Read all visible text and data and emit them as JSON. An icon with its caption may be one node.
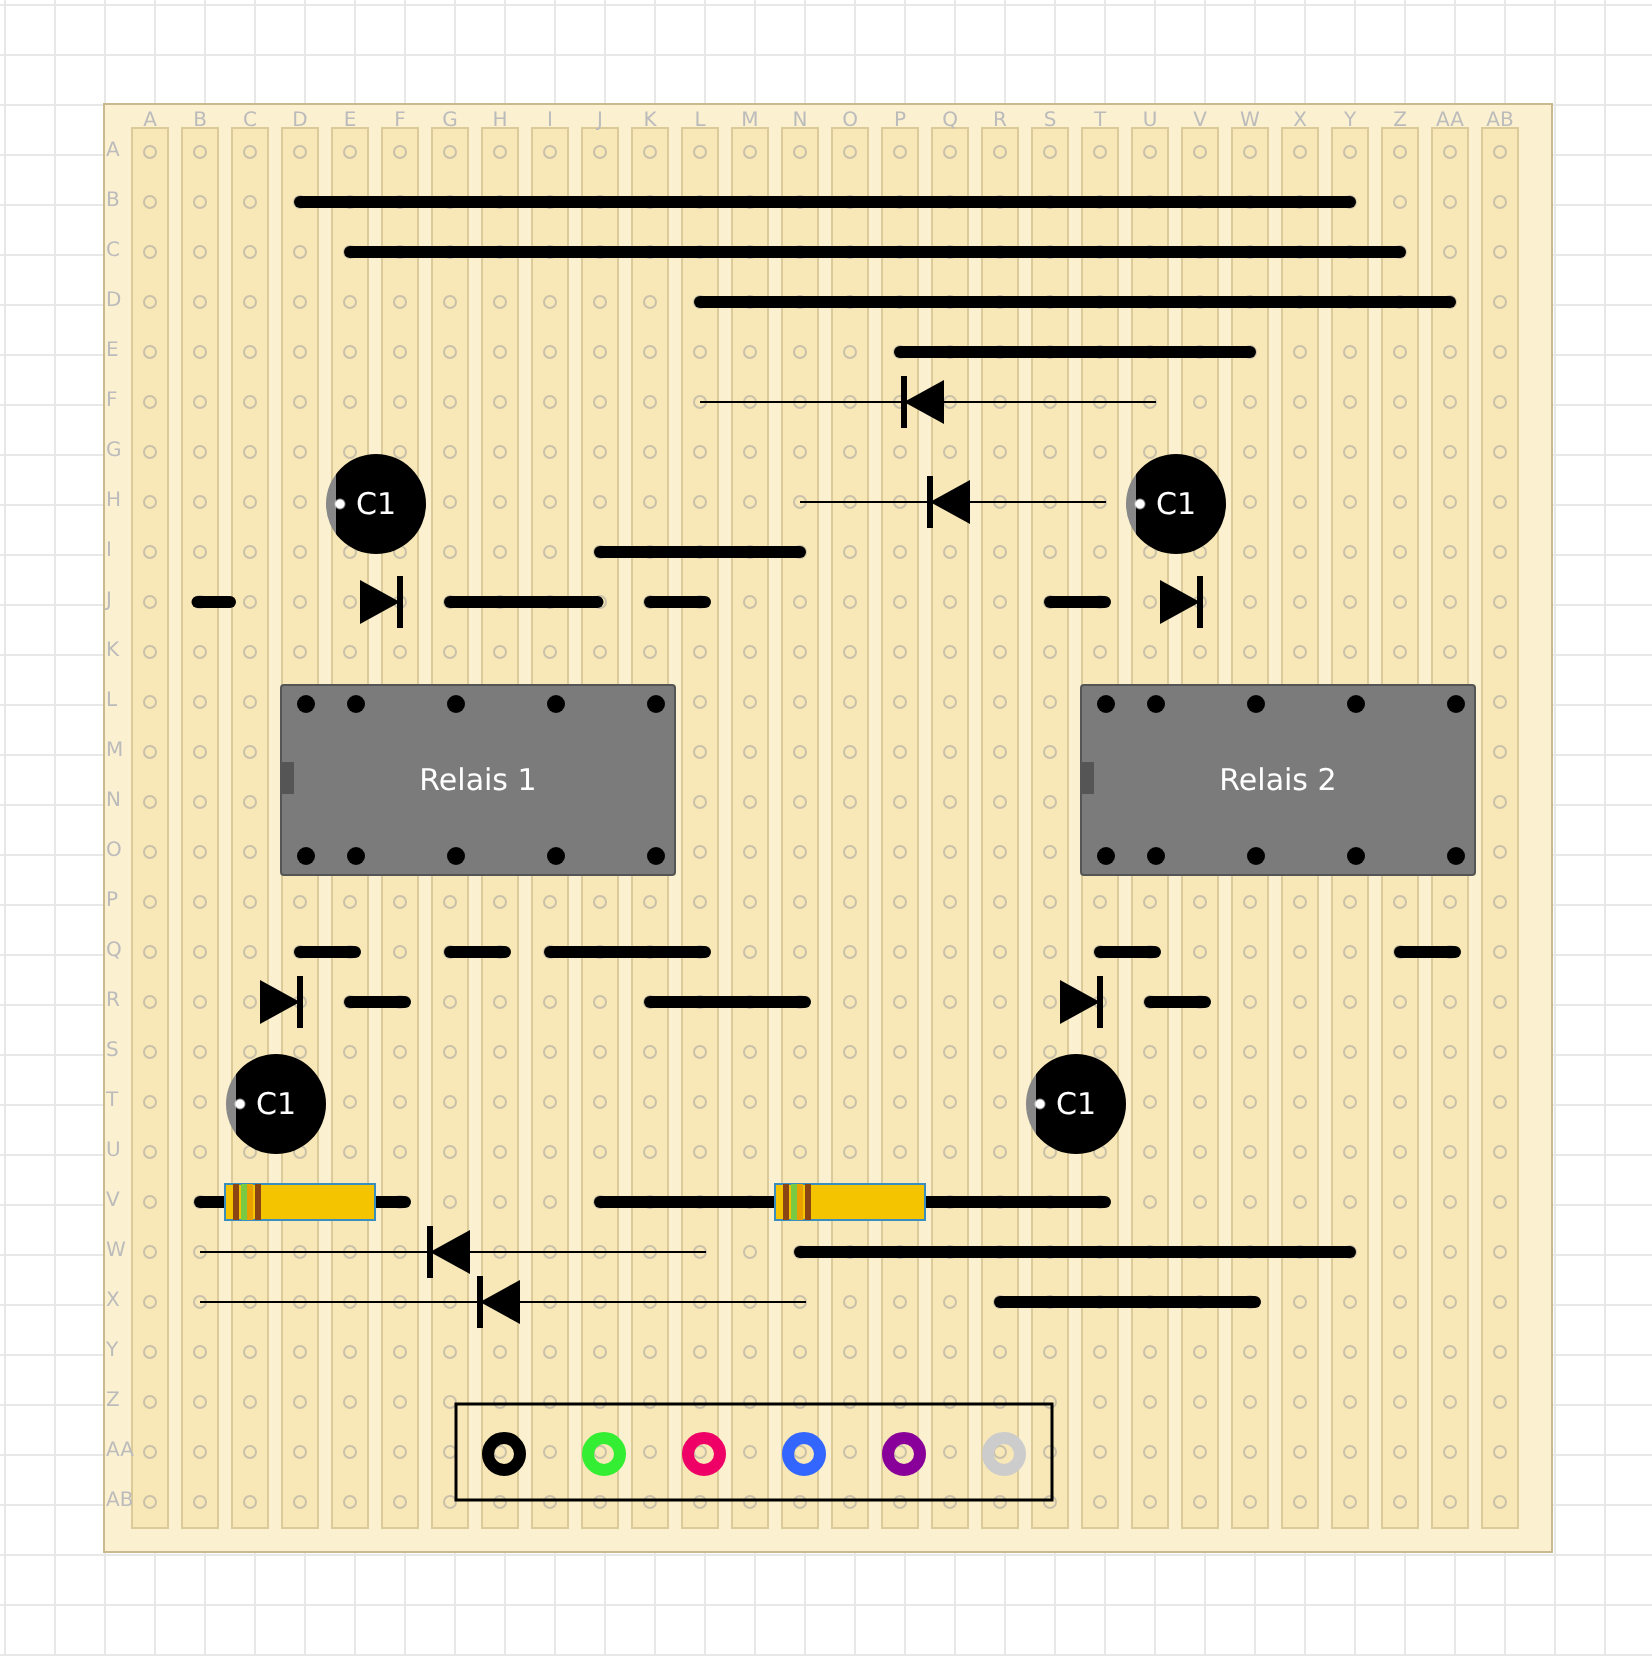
{
  "diagram": {
    "nodes": [
      {
        "text": [
          "C1"
        ]
      },
      {
        "text": [
          "C1"
        ]
      },
      {
        "text": [
          "Relais 1"
        ]
      },
      {
        "text": [
          "Relais 2"
        ]
      },
      {
        "text": [
          "C1"
        ]
      },
      {
        "text": [
          "C1"
        ]
      }
    ],
    "labels": [
      "A",
      "B",
      "C",
      "D",
      "E",
      "F",
      "G",
      "H",
      "I",
      "J",
      "K",
      "L",
      "M",
      "N",
      "O",
      "P",
      "Q",
      "R",
      "S",
      "T",
      "U",
      "V",
      "W",
      "X",
      "Y",
      "Z",
      "AA",
      "AB",
      "A",
      "B",
      "C",
      "D",
      "E",
      "F",
      "G",
      "H",
      "I",
      "J",
      "K",
      "L",
      "M",
      "N",
      "O",
      "P",
      "Q",
      "R",
      "S",
      "T",
      "U",
      "V",
      "W",
      "X",
      "Y",
      "Z",
      "AA",
      "AB"
    ]
  }
}
